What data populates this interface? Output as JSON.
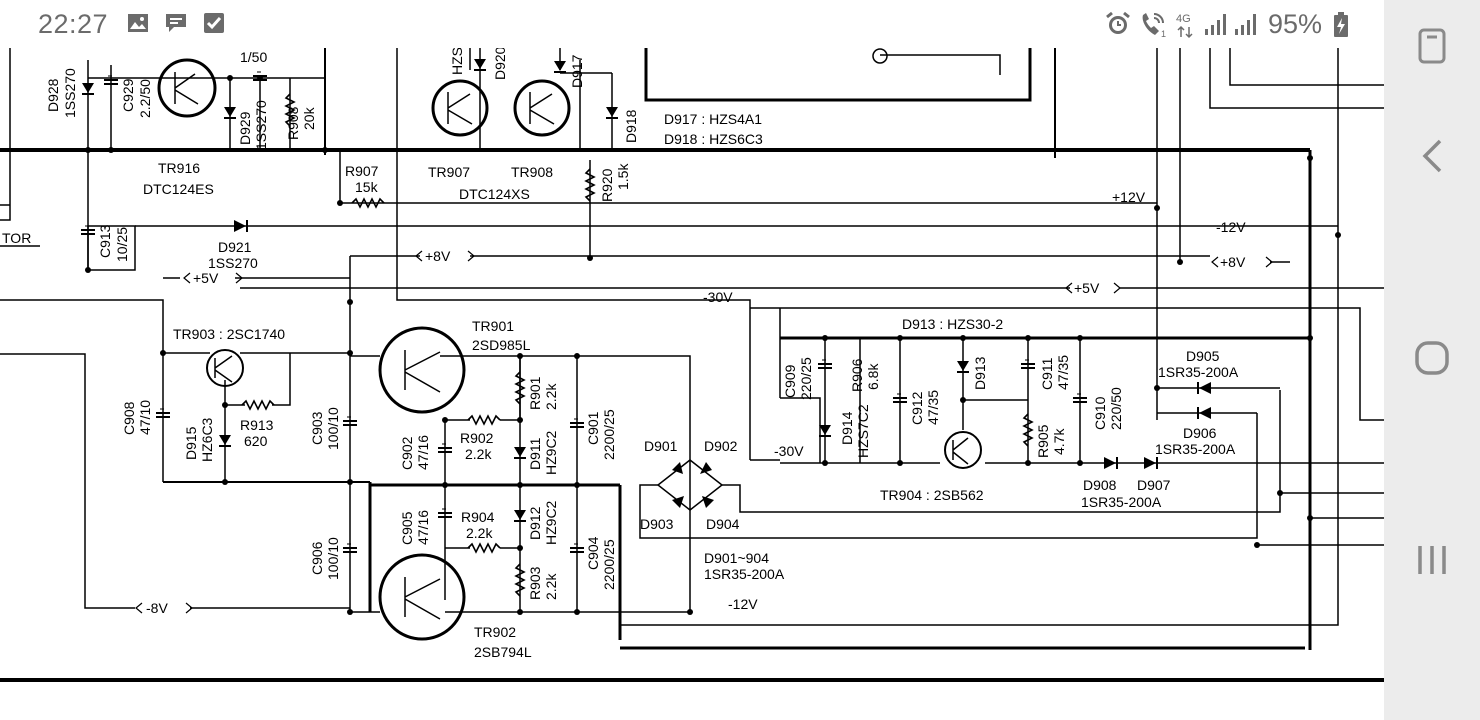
{
  "status_bar": {
    "time": "22:27",
    "battery_percent": "95%",
    "network": "4G",
    "icons_left": [
      "gallery-icon",
      "message-icon",
      "checkbox-icon"
    ],
    "icons_right": [
      "alarm-icon",
      "wifi-call-icon",
      "4g-icon",
      "signal-icon",
      "signal-icon",
      "battery-charging-icon"
    ]
  },
  "nav_bar": {
    "buttons": [
      "recent-apps",
      "back",
      "home",
      "menu"
    ]
  },
  "schematic": {
    "labels": {
      "d928": "D928",
      "d928_val": "1SS270",
      "c929": "C929",
      "c929_val": "2.2/50",
      "r_1_50": "1/50",
      "d929": "D929",
      "d929_val": "1SS270",
      "r908": "R908",
      "r908_val": "20k",
      "tr916": "TR916",
      "tr916_type": "DTC124ES",
      "r907": "R907",
      "r907_val": "15k",
      "tr907": "TR907",
      "tr908": "TR908",
      "tr907_908_type": "DTC124XS",
      "hzs": "HZS",
      "d920": "D920",
      "d917": "D917",
      "d918": "D918",
      "d917_spec": "D917 : HZS4A1",
      "d918_spec": "D918 : HZS6C3",
      "r920": "R920",
      "r920_val": "1.5k",
      "p12v": "+12V",
      "m12v": "-12V",
      "tor": "TOR",
      "c913": "C913",
      "c913_val": "10/25",
      "d921": "D921",
      "d921_val": "1SS270",
      "p8v_a": "+8V",
      "p5v_a": "+5V",
      "p8v_b": "+8V",
      "p5v_b": "+5V",
      "m30v_a": "-30V",
      "tr903": "TR903 : 2SC1740",
      "tr901": "TR901",
      "tr901_type": "2SD985L",
      "d913_spec": "D913 : HZS30-2",
      "c909": "C909",
      "c909_val": "220/25",
      "r906": "R906",
      "r906_val": "6.8k",
      "d913": "D913",
      "c911": "C911",
      "c911_val": "47/35",
      "d905": "D905",
      "d905_type": "1SR35-200A",
      "c908": "C908",
      "c908_val": "47/10",
      "d915": "D915",
      "d915_val": "HZ6C3",
      "r913": "R913",
      "r913_val": "620",
      "c903": "C903",
      "c903_val": "100/10",
      "c902": "C902",
      "c902_val": "47/16",
      "r902": "R902",
      "r902_val": "2.2k",
      "r901": "R901",
      "r901_val": "2.2k",
      "d911": "D911",
      "d911_val": "HZ9C2",
      "c901": "C901",
      "c901_val": "2200/25",
      "d901": "D901",
      "d902": "D902",
      "d903": "D903",
      "d904": "D904",
      "m30v_b": "-30V",
      "d914": "D914",
      "d914_val": "HZS7C2",
      "c912": "C912",
      "c912_val": "47/35",
      "r905": "R905",
      "r905_val": "4.7k",
      "c910": "C910",
      "c910_val": "220/50",
      "d906": "D906",
      "d906_type": "1SR35-200A",
      "tr904": "TR904 : 2SB562",
      "d908": "D908",
      "d907": "D907",
      "d907_908_type": "1SR35-200A",
      "c905": "C905",
      "c905_val": "47/16",
      "r904": "R904",
      "r904_val": "2.2k",
      "d912": "D912",
      "d912_val": "HZ9C2",
      "c904": "C904",
      "c904_val": "2200/25",
      "r903": "R903",
      "r903_val": "2.2k",
      "c906": "C906",
      "c906_val": "100/10",
      "d901_904": "D901~904",
      "d901_904_type": "1SR35-200A",
      "m8v": "-8V",
      "m12v_b": "-12V",
      "tr902": "TR902",
      "tr902_type": "2SB794L"
    }
  }
}
